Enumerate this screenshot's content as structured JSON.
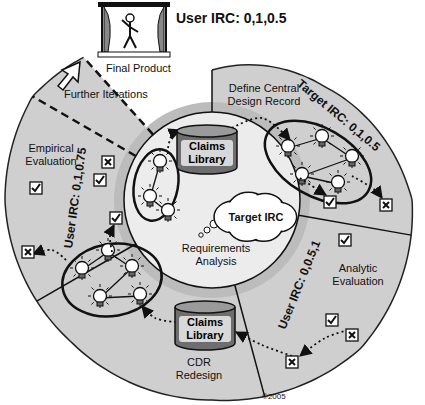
{
  "diagram": {
    "nodes": [
      {
        "text": [
          "Requirements Analysis"
        ]
      },
      {
        "text": [
          "Claims Library"
        ],
        "in": 0
      },
      {
        "text": [
          "Target IRC"
        ],
        "in": 0
      },
      {
        "text": [
          "Claims Library"
        ]
      }
    ],
    "labels": [
      "User IRC: 0,1,0.5",
      "Final Product",
      "Define Central Design Record",
      "Target IRC: 0,1,0.5",
      "Further Iterations",
      "Empirical Evaluation",
      "User IRC: 0,1,0.75",
      "User IRC: 0,0.5,1",
      "Analytic Evaluation",
      "CDR Redesign",
      "©2005"
    ]
  }
}
